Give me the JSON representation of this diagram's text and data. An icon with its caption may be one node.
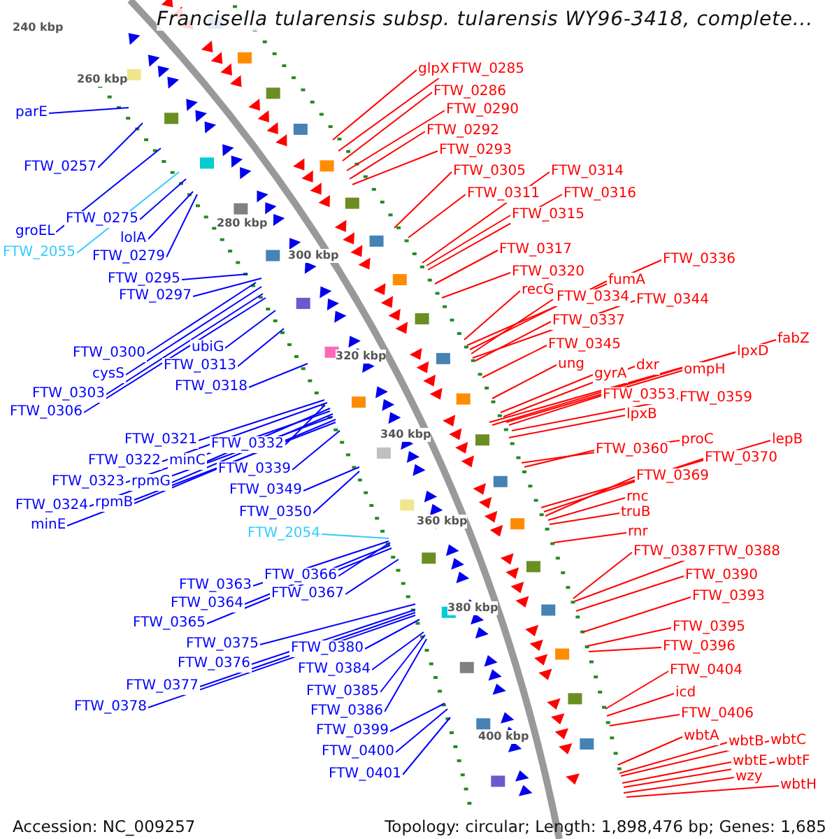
{
  "diagram": {
    "title": "Francisella tularensis subsp. tularensis WY96-3418, complete...",
    "nodes": [
      {
        "text": [
          "parE"
        ]
      },
      {
        "text": [
          "FTW_0257"
        ]
      },
      {
        "text": [
          "groEL"
        ]
      },
      {
        "text": [
          "FTW_0275"
        ]
      },
      {
        "text": [
          "FTW_2055"
        ]
      },
      {
        "text": [
          "lolA"
        ]
      },
      {
        "text": [
          "FTW_0279"
        ]
      },
      {
        "text": [
          "FTW_0295"
        ]
      },
      {
        "text": [
          "FTW_0297"
        ]
      },
      {
        "text": [
          "FTW_0300"
        ]
      },
      {
        "text": [
          "ubiG"
        ]
      },
      {
        "text": [
          "cysS"
        ]
      },
      {
        "text": [
          "FTW_0313"
        ]
      },
      {
        "text": [
          "FTW_0303"
        ]
      },
      {
        "text": [
          "FTW_0318"
        ]
      },
      {
        "text": [
          "FTW_0306"
        ]
      },
      {
        "text": [
          "FTW_0321"
        ]
      },
      {
        "text": [
          "FTW_0332"
        ]
      },
      {
        "text": [
          "FTW_0322"
        ]
      },
      {
        "text": [
          "minC"
        ]
      },
      {
        "text": [
          "FTW_0339"
        ]
      },
      {
        "text": [
          "FTW_0323"
        ]
      },
      {
        "text": [
          "rpmG"
        ]
      },
      {
        "text": [
          "FTW_0349"
        ]
      },
      {
        "text": [
          "FTW_0324"
        ]
      },
      {
        "text": [
          "rpmB"
        ]
      },
      {
        "text": [
          "FTW_0350"
        ]
      },
      {
        "text": [
          "minE"
        ]
      },
      {
        "text": [
          "FTW_2054"
        ]
      },
      {
        "text": [
          "FTW_0363"
        ]
      },
      {
        "text": [
          "FTW_0366"
        ]
      },
      {
        "text": [
          "FTW_0364"
        ]
      },
      {
        "text": [
          "FTW_0367"
        ]
      },
      {
        "text": [
          "FTW_0365"
        ]
      },
      {
        "text": [
          "FTW_0375"
        ]
      },
      {
        "text": [
          "FTW_0380"
        ]
      },
      {
        "text": [
          "FTW_0376"
        ]
      },
      {
        "text": [
          "FTW_0384"
        ]
      },
      {
        "text": [
          "FTW_0377"
        ]
      },
      {
        "text": [
          "FTW_0385"
        ]
      },
      {
        "text": [
          "FTW_0378"
        ]
      },
      {
        "text": [
          "FTW_0386"
        ]
      },
      {
        "text": [
          "FTW_0399"
        ]
      },
      {
        "text": [
          "FTW_0400"
        ]
      },
      {
        "text": [
          "FTW_0401"
        ]
      },
      {
        "text": [
          "glpX"
        ]
      },
      {
        "text": [
          "FTW_0285"
        ]
      },
      {
        "text": [
          "FTW_0286"
        ]
      },
      {
        "text": [
          "FTW_0290"
        ]
      },
      {
        "text": [
          "FTW_0292"
        ]
      },
      {
        "text": [
          "FTW_0293"
        ]
      },
      {
        "text": [
          "FTW_0305"
        ]
      },
      {
        "text": [
          "FTW_0314"
        ]
      },
      {
        "text": [
          "FTW_0311"
        ]
      },
      {
        "text": [
          "FTW_0316"
        ]
      },
      {
        "text": [
          "FTW_0315"
        ]
      },
      {
        "text": [
          "FTW_0317"
        ]
      },
      {
        "text": [
          "FTW_0320"
        ]
      },
      {
        "text": [
          "recG"
        ]
      },
      {
        "text": [
          "FTW_0336"
        ]
      },
      {
        "text": [
          "fumA"
        ]
      },
      {
        "text": [
          "FTW_0334"
        ]
      },
      {
        "text": [
          "FTW_0344"
        ]
      },
      {
        "text": [
          "FTW_0337"
        ]
      },
      {
        "text": [
          "FTW_0345"
        ]
      },
      {
        "text": [
          "fabZ"
        ]
      },
      {
        "text": [
          "lpxD"
        ]
      },
      {
        "text": [
          "ung"
        ]
      },
      {
        "text": [
          "gyrA"
        ]
      },
      {
        "text": [
          "dxr"
        ]
      },
      {
        "text": [
          "ompH"
        ]
      },
      {
        "text": [
          "FTW_0353"
        ]
      },
      {
        "text": [
          "FTW_0359"
        ]
      },
      {
        "text": [
          "lpxB"
        ]
      },
      {
        "text": [
          "FTW_0360"
        ]
      },
      {
        "text": [
          "proC"
        ]
      },
      {
        "text": [
          "lepB"
        ]
      },
      {
        "text": [
          "FTW_0370"
        ]
      },
      {
        "text": [
          "FTW_0369"
        ]
      },
      {
        "text": [
          "rnc"
        ]
      },
      {
        "text": [
          "truB"
        ]
      },
      {
        "text": [
          "rnr"
        ]
      },
      {
        "text": [
          "FTW_0387"
        ]
      },
      {
        "text": [
          "FTW_0388"
        ]
      },
      {
        "text": [
          "FTW_0390"
        ]
      },
      {
        "text": [
          "FTW_0393"
        ]
      },
      {
        "text": [
          "FTW_0395"
        ]
      },
      {
        "text": [
          "FTW_0396"
        ]
      },
      {
        "text": [
          "FTW_0404"
        ]
      },
      {
        "text": [
          "icd"
        ]
      },
      {
        "text": [
          "FTW_0406"
        ]
      },
      {
        "text": [
          "wbtA"
        ]
      },
      {
        "text": [
          "wbtB"
        ]
      },
      {
        "text": [
          "wbtC"
        ]
      },
      {
        "text": [
          "wbtE"
        ]
      },
      {
        "text": [
          "wbtF"
        ]
      },
      {
        "text": [
          "wzy"
        ]
      },
      {
        "text": [
          "wbtH"
        ]
      }
    ],
    "edges": [
      {
        "from": 0,
        "to": null,
        "arrow": "none",
        "color": "#0000ff"
      },
      {
        "from": 1,
        "to": null,
        "arrow": "none",
        "color": "#0000ff"
      },
      {
        "from": 2,
        "to": null,
        "arrow": "none",
        "color": "#0000ff"
      },
      {
        "from": 3,
        "to": null,
        "arrow": "none",
        "color": "#0000ff"
      },
      {
        "from": 4,
        "to": null,
        "arrow": "none",
        "color": "#33ccff"
      },
      {
        "from": 5,
        "to": null,
        "arrow": "none",
        "color": "#0000ff"
      },
      {
        "from": 6,
        "to": null,
        "arrow": "none",
        "color": "#0000ff"
      },
      {
        "from": 7,
        "to": null,
        "arrow": "none",
        "color": "#0000ff"
      },
      {
        "from": 8,
        "to": null,
        "arrow": "none",
        "color": "#0000ff"
      },
      {
        "from": 9,
        "to": null,
        "arrow": "none",
        "color": "#0000ff"
      },
      {
        "from": 10,
        "to": null,
        "arrow": "none",
        "color": "#0000ff"
      },
      {
        "from": 11,
        "to": null,
        "arrow": "none",
        "color": "#0000ff"
      },
      {
        "from": 12,
        "to": null,
        "arrow": "none",
        "color": "#0000ff"
      },
      {
        "from": 13,
        "to": null,
        "arrow": "none",
        "color": "#0000ff"
      },
      {
        "from": 14,
        "to": null,
        "arrow": "none",
        "color": "#0000ff"
      },
      {
        "from": 15,
        "to": null,
        "arrow": "none",
        "color": "#0000ff"
      },
      {
        "from": 16,
        "to": null,
        "arrow": "none",
        "color": "#0000ff"
      },
      {
        "from": 17,
        "to": null,
        "arrow": "none",
        "color": "#0000ff"
      },
      {
        "from": 18,
        "to": null,
        "arrow": "none",
        "color": "#0000ff"
      },
      {
        "from": 19,
        "to": null,
        "arrow": "none",
        "color": "#0000ff"
      },
      {
        "from": 20,
        "to": null,
        "arrow": "none",
        "color": "#0000ff"
      },
      {
        "from": 21,
        "to": null,
        "arrow": "none",
        "color": "#0000ff"
      },
      {
        "from": 22,
        "to": null,
        "arrow": "none",
        "color": "#0000ff"
      },
      {
        "from": 23,
        "to": null,
        "arrow": "none",
        "color": "#0000ff"
      },
      {
        "from": 24,
        "to": null,
        "arrow": "none",
        "color": "#0000ff"
      },
      {
        "from": 25,
        "to": null,
        "arrow": "none",
        "color": "#0000ff"
      },
      {
        "from": 26,
        "to": null,
        "arrow": "none",
        "color": "#0000ff"
      },
      {
        "from": 27,
        "to": null,
        "arrow": "none",
        "color": "#0000ff"
      },
      {
        "from": 28,
        "to": null,
        "arrow": "none",
        "color": "#33ccff"
      },
      {
        "from": 29,
        "to": null,
        "arrow": "none",
        "color": "#0000ff"
      },
      {
        "from": 30,
        "to": null,
        "arrow": "none",
        "color": "#0000ff"
      },
      {
        "from": 31,
        "to": null,
        "arrow": "none",
        "color": "#0000ff"
      },
      {
        "from": 32,
        "to": null,
        "arrow": "none",
        "color": "#0000ff"
      },
      {
        "from": 33,
        "to": null,
        "arrow": "none",
        "color": "#0000ff"
      },
      {
        "from": 34,
        "to": null,
        "arrow": "none",
        "color": "#0000ff"
      },
      {
        "from": 35,
        "to": null,
        "arrow": "none",
        "color": "#0000ff"
      },
      {
        "from": 36,
        "to": null,
        "arrow": "none",
        "color": "#0000ff"
      },
      {
        "from": 37,
        "to": null,
        "arrow": "none",
        "color": "#0000ff"
      },
      {
        "from": 38,
        "to": null,
        "arrow": "none",
        "color": "#0000ff"
      },
      {
        "from": 39,
        "to": null,
        "arrow": "none",
        "color": "#0000ff"
      },
      {
        "from": 40,
        "to": null,
        "arrow": "none",
        "color": "#0000ff"
      },
      {
        "from": 41,
        "to": null,
        "arrow": "none",
        "color": "#0000ff"
      },
      {
        "from": 42,
        "to": null,
        "arrow": "none",
        "color": "#0000ff"
      },
      {
        "from": 43,
        "to": null,
        "arrow": "none",
        "color": "#0000ff"
      },
      {
        "from": 44,
        "to": null,
        "arrow": "none",
        "color": "#0000ff"
      },
      {
        "from": 45,
        "to": null,
        "arrow": "none",
        "color": "#ff0000"
      },
      {
        "from": 46,
        "to": null,
        "arrow": "none",
        "color": "#ff0000"
      },
      {
        "from": 47,
        "to": null,
        "arrow": "none",
        "color": "#ff0000"
      },
      {
        "from": 48,
        "to": null,
        "arrow": "none",
        "color": "#ff0000"
      },
      {
        "from": 49,
        "to": null,
        "arrow": "none",
        "color": "#ff0000"
      },
      {
        "from": 50,
        "to": null,
        "arrow": "none",
        "color": "#ff0000"
      },
      {
        "from": 51,
        "to": null,
        "arrow": "none",
        "color": "#ff0000"
      },
      {
        "from": 52,
        "to": null,
        "arrow": "none",
        "color": "#ff0000"
      },
      {
        "from": 53,
        "to": null,
        "arrow": "none",
        "color": "#ff0000"
      },
      {
        "from": 54,
        "to": null,
        "arrow": "none",
        "color": "#ff0000"
      },
      {
        "from": 55,
        "to": null,
        "arrow": "none",
        "color": "#ff0000"
      },
      {
        "from": 56,
        "to": null,
        "arrow": "none",
        "color": "#ff0000"
      },
      {
        "from": 57,
        "to": null,
        "arrow": "none",
        "color": "#ff0000"
      },
      {
        "from": 58,
        "to": null,
        "arrow": "none",
        "color": "#ff0000"
      },
      {
        "from": 59,
        "to": null,
        "arrow": "none",
        "color": "#ff0000"
      },
      {
        "from": 60,
        "to": null,
        "arrow": "none",
        "color": "#ff0000"
      },
      {
        "from": 61,
        "to": null,
        "arrow": "none",
        "color": "#ff0000"
      },
      {
        "from": 62,
        "to": null,
        "arrow": "none",
        "color": "#ff0000"
      },
      {
        "from": 63,
        "to": null,
        "arrow": "none",
        "color": "#ff0000"
      },
      {
        "from": 64,
        "to": null,
        "arrow": "none",
        "color": "#ff0000"
      },
      {
        "from": 65,
        "to": null,
        "arrow": "none",
        "color": "#ff0000"
      },
      {
        "from": 66,
        "to": null,
        "arrow": "none",
        "color": "#ff0000"
      },
      {
        "from": 67,
        "to": null,
        "arrow": "none",
        "color": "#ff0000"
      },
      {
        "from": 68,
        "to": null,
        "arrow": "none",
        "color": "#ff0000"
      },
      {
        "from": 69,
        "to": null,
        "arrow": "none",
        "color": "#ff0000"
      },
      {
        "from": 70,
        "to": null,
        "arrow": "none",
        "color": "#ff0000"
      },
      {
        "from": 71,
        "to": null,
        "arrow": "none",
        "color": "#ff0000"
      },
      {
        "from": 72,
        "to": null,
        "arrow": "none",
        "color": "#ff0000"
      },
      {
        "from": 73,
        "to": null,
        "arrow": "none",
        "color": "#ff0000"
      },
      {
        "from": 74,
        "to": null,
        "arrow": "none",
        "color": "#ff0000"
      },
      {
        "from": 75,
        "to": null,
        "arrow": "none",
        "color": "#ff0000"
      },
      {
        "from": 76,
        "to": null,
        "arrow": "none",
        "color": "#ff0000"
      },
      {
        "from": 77,
        "to": null,
        "arrow": "none",
        "color": "#ff0000"
      },
      {
        "from": 78,
        "to": null,
        "arrow": "none",
        "color": "#ff0000"
      },
      {
        "from": 79,
        "to": null,
        "arrow": "none",
        "color": "#ff0000"
      },
      {
        "from": 80,
        "to": null,
        "arrow": "none",
        "color": "#ff0000"
      },
      {
        "from": 81,
        "to": null,
        "arrow": "none",
        "color": "#ff0000"
      },
      {
        "from": 82,
        "to": null,
        "arrow": "none",
        "color": "#ff0000"
      },
      {
        "from": 83,
        "to": null,
        "arrow": "none",
        "color": "#ff0000"
      },
      {
        "from": 84,
        "to": null,
        "arrow": "none",
        "color": "#ff0000"
      },
      {
        "from": 85,
        "to": null,
        "arrow": "none",
        "color": "#ff0000"
      },
      {
        "from": 86,
        "to": null,
        "arrow": "none",
        "color": "#ff0000"
      },
      {
        "from": 87,
        "to": null,
        "arrow": "none",
        "color": "#ff0000"
      },
      {
        "from": 88,
        "to": null,
        "arrow": "none",
        "color": "#ff0000"
      },
      {
        "from": 89,
        "to": null,
        "arrow": "none",
        "color": "#ff0000"
      },
      {
        "from": 90,
        "to": null,
        "arrow": "none",
        "color": "#ff0000"
      },
      {
        "from": 91,
        "to": null,
        "arrow": "none",
        "color": "#ff0000"
      },
      {
        "from": 92,
        "to": null,
        "arrow": "none",
        "color": "#ff0000"
      },
      {
        "from": 93,
        "to": null,
        "arrow": "none",
        "color": "#ff0000"
      },
      {
        "from": 94,
        "to": null,
        "arrow": "none",
        "color": "#ff0000"
      },
      {
        "from": 95,
        "to": null,
        "arrow": "none",
        "color": "#ff0000"
      },
      {
        "from": 96,
        "to": null,
        "arrow": "none",
        "color": "#ff0000"
      },
      {
        "from": 97,
        "to": null,
        "arrow": "none",
        "color": "#ff0000"
      }
    ],
    "labels": [
      "240 kbp",
      "260 kbp",
      "280 kbp",
      "300 kbp",
      "320 kbp",
      "340 kbp",
      "360 kbp",
      "380 kbp",
      "400 kbp",
      "Accession: NC_009257",
      "Topology: circular; Length: 1,898,476 bp; Genes: 1,685"
    ]
  }
}
